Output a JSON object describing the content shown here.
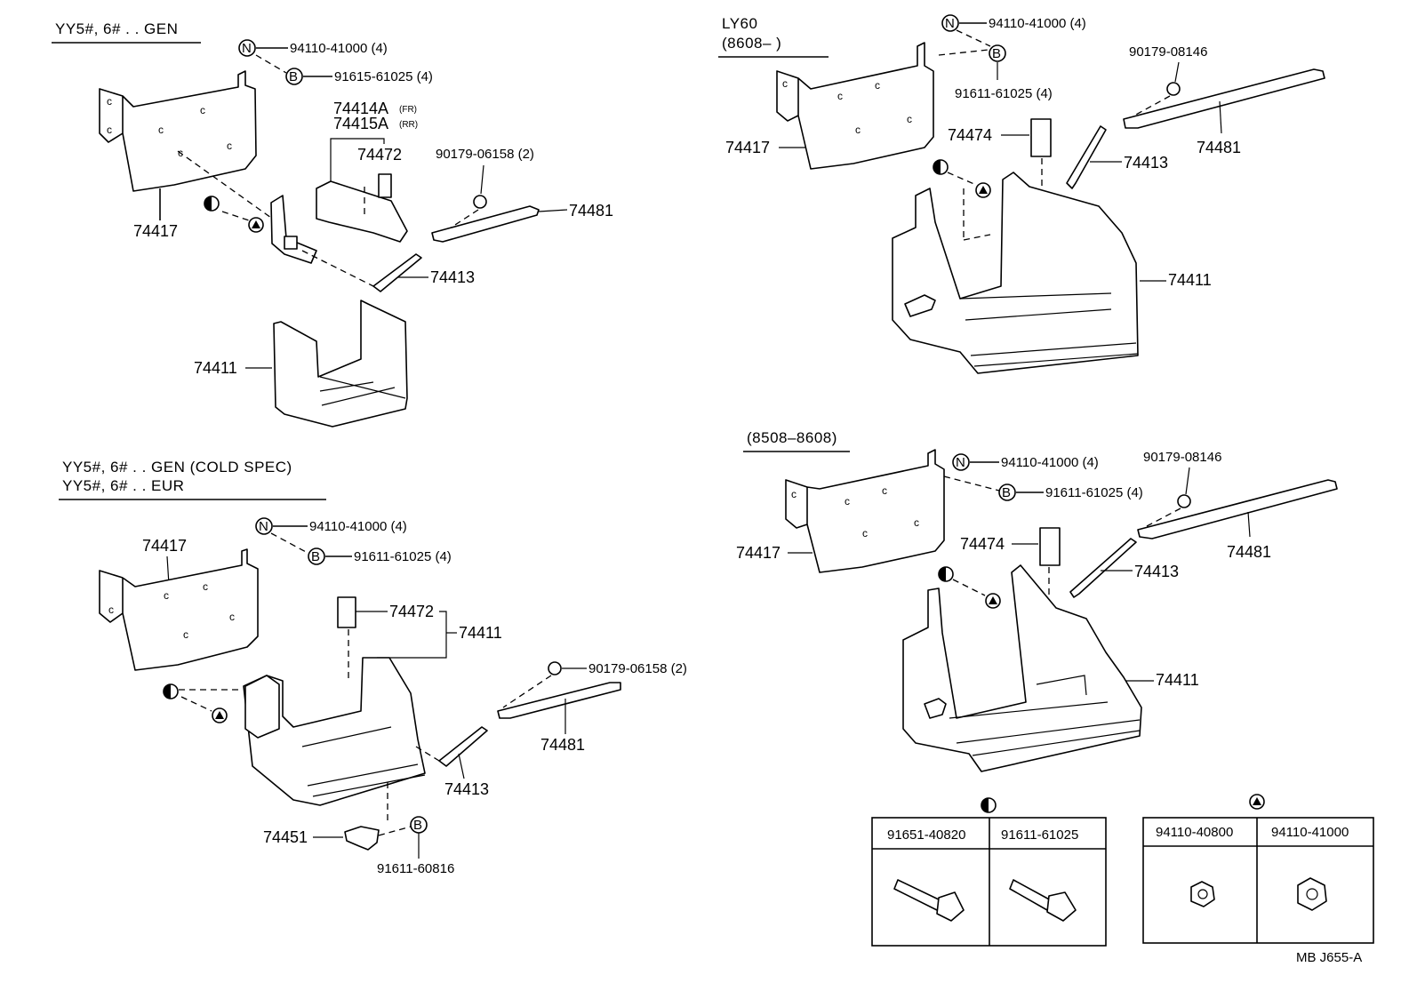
{
  "sections": [
    {
      "title": "YY5#, 6# . . GEN"
    },
    {
      "title": "YY5#, 6# . . GEN (COLD SPEC)",
      "subtitle": "YY5#, 6# . . EUR"
    },
    {
      "title": "LY60",
      "subtitle": "(8608–       )"
    },
    {
      "title": "(8508–8608)"
    }
  ],
  "callouts": {
    "s1": {
      "n": "94110-41000 (4)",
      "b": "91615-61025 (4)",
      "p74417": "74417",
      "p74414a": "74414A",
      "fr": "(FR)",
      "p74415a": "74415A",
      "rr": "(RR)",
      "p74472": "74472",
      "bolt": "90179-06158 (2)",
      "p74481": "74481",
      "p74413": "74413",
      "p74411": "74411"
    },
    "s2": {
      "n": "94110-41000 (4)",
      "b": "91611-61025 (4)",
      "p74417": "74417",
      "p74472": "74472",
      "p74411": "74411",
      "bolt": "90179-06158 (2)",
      "p74481": "74481",
      "p74413": "74413",
      "p74451": "74451",
      "b2": "91611-60816"
    },
    "s3": {
      "n": "94110-41000 (4)",
      "b": "91611-61025 (4)",
      "bolt": "90179-08146",
      "p74417": "74417",
      "p74474": "74474",
      "p74413": "74413",
      "p74481": "74481",
      "p74411": "74411"
    },
    "s4": {
      "n": "94110-41000 (4)",
      "b": "91611-61025 (4)",
      "bolt": "90179-08146",
      "p74417": "74417",
      "p74474": "74474",
      "p74413": "74413",
      "p74481": "74481",
      "p74411": "74411"
    }
  },
  "symbols": {
    "n": "N",
    "b": "B"
  },
  "tables": {
    "half_circle": {
      "cols": [
        "91651-40820",
        "91611-61025"
      ]
    },
    "triangle": {
      "cols": [
        "94110-40800",
        "94110-41000"
      ]
    }
  },
  "footer": {
    "code": "MB  J655-A"
  }
}
